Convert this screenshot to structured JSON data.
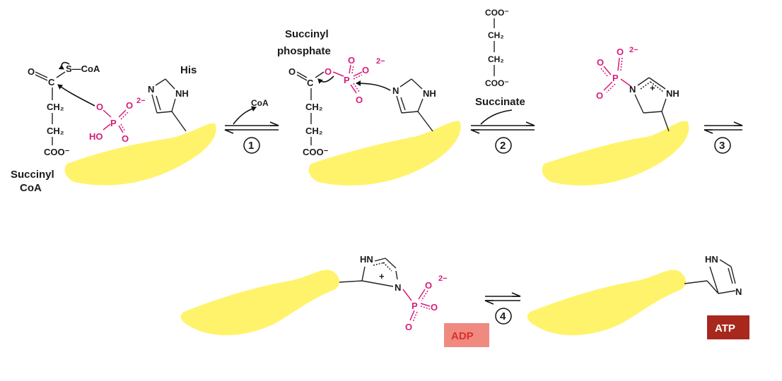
{
  "colors": {
    "enzyme": "#fff36b",
    "phosphate": "#d81b7a",
    "adp_bg": "#f08a80",
    "adp_text": "#d8302a",
    "atp_bg": "#a8281e",
    "atp_text": "#ffffff"
  },
  "labels": {
    "succinyl_coa_line1": "Succinyl",
    "succinyl_coa_line2": "CoA",
    "succinyl_phosphate_line1": "Succinyl",
    "succinyl_phosphate_line2": "phosphate",
    "his": "His",
    "coa_released": "CoA",
    "succinate": "Succinate",
    "adp": "ADP",
    "atp": "ATP"
  },
  "chem": {
    "O": "O",
    "S_CoA": "S—CoA",
    "C": "C",
    "CH2": "CH₂",
    "COO": "COO⁻",
    "N": "N",
    "NH": "NH",
    "HN": "HN",
    "P": "P",
    "HO": "HO",
    "charge_2minus": "2−",
    "plus": "+"
  },
  "steps": [
    "1",
    "2",
    "3",
    "4"
  ]
}
